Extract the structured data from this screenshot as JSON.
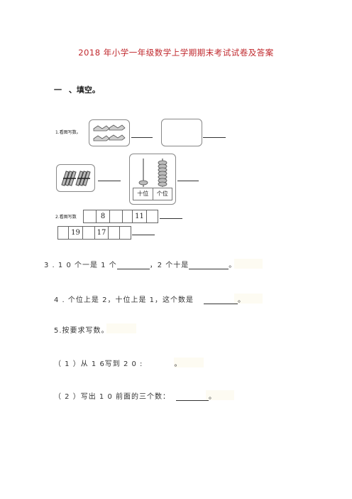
{
  "title": "2018 年小学一年级数学上学期期末考试试卷及答案",
  "section_heading": "一   、填空。",
  "q1": {
    "label": "1.看图写数。"
  },
  "abacus": {
    "tens_label": "十位",
    "ones_label": "个位"
  },
  "q2": {
    "label": "2.看图写数",
    "row1": [
      "",
      "8",
      "",
      "",
      "11",
      ""
    ],
    "row2": [
      "",
      "19",
      "",
      "17",
      "",
      ""
    ]
  },
  "q3": {
    "text_a": "3 . 1 0 个一是   1 个",
    "text_b": "，2 个十是",
    "text_c": "。"
  },
  "q4": {
    "text_a": "4 . 个位上是   2，十位上是    1，这个数是",
    "text_c": "。"
  },
  "q5": {
    "text": "5.按要求写数。"
  },
  "q5_1": {
    "text_a": "（ 1 ）从  1 6写到   2 0 :",
    "text_c": "。"
  },
  "q5_2": {
    "text_a": "（ 2 ）写出   1 0 前面的三个数：",
    "text_c": "。"
  }
}
